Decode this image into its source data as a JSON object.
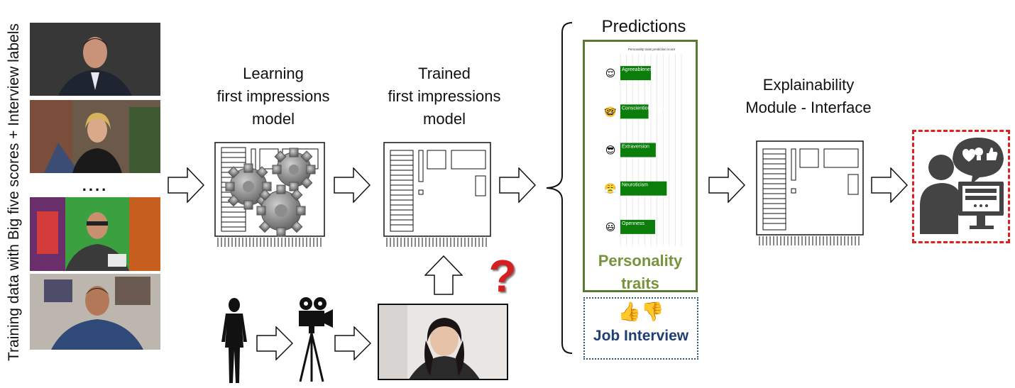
{
  "side_label": "Training data with Big five scores + Interview labels",
  "dots": "....",
  "steps": {
    "learning": [
      "Learning",
      "first impressions",
      "model"
    ],
    "trained": [
      "Trained",
      "first impressions",
      "model"
    ],
    "explain": [
      "Explainability",
      "Module - Interface"
    ]
  },
  "predictions": {
    "title": "Predictions",
    "chart_title": "Personality traits prediction score",
    "traits_label": [
      "Personality",
      "traits"
    ],
    "job_emoji": "👍👎",
    "job_label": "Job Interview"
  },
  "question_mark": "?",
  "colors": {
    "trait_green": "#77933c",
    "bar_green": "#0a7d0a",
    "job_blue": "#1f3f73",
    "red_dashed": "#e02020",
    "icon_gray": "#444444"
  },
  "chart_data": {
    "type": "bar",
    "orientation": "horizontal",
    "title": "Personality traits prediction score",
    "categories": [
      "Agreeableness",
      "Conscientiousness",
      "Extraversion",
      "Neuroticism",
      "Openness"
    ],
    "values": [
      0.5,
      0.46,
      0.58,
      0.76,
      0.57
    ],
    "xlim": [
      0,
      1
    ],
    "grid": true,
    "emoji": [
      "😌",
      "🤓",
      "😎",
      "😤",
      "😃"
    ]
  }
}
